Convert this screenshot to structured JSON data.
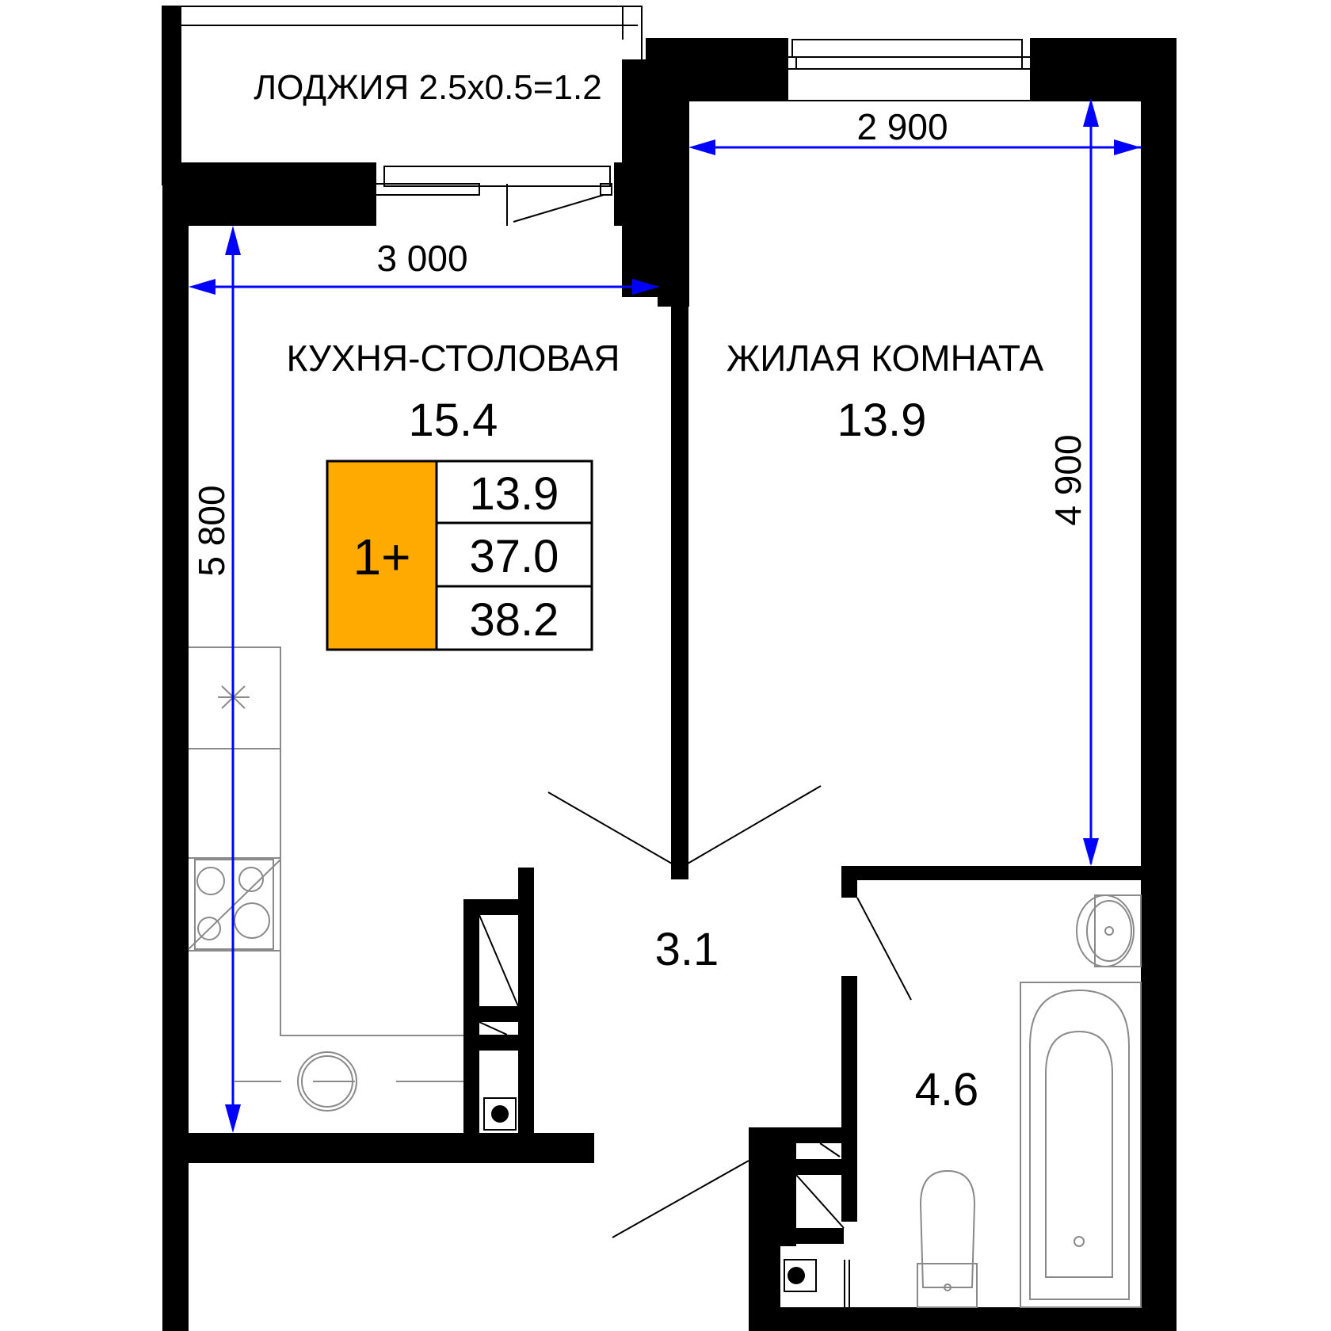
{
  "plan": {
    "type": "apartment floor plan",
    "colors": {
      "wall": "#000000",
      "dimension": "#0000ff",
      "badge": "#ffaa00",
      "fixture": "#8a8a8a"
    },
    "rooms": [
      {
        "id": "loggia",
        "label": "ЛОДЖИЯ 2.5x0.5=1.2"
      },
      {
        "id": "kitchen",
        "label": "КУХНЯ-СТОЛОВАЯ",
        "area": "15.4"
      },
      {
        "id": "living",
        "label": "ЖИЛАЯ КОМНАТА",
        "area": "13.9"
      },
      {
        "id": "hall",
        "area": "3.1"
      },
      {
        "id": "bathroom",
        "area": "4.6"
      }
    ],
    "dimensions": {
      "kitchen_width": "3 000",
      "kitchen_length": "5 800",
      "living_width": "2 900",
      "living_length": "4 900"
    },
    "summary_badge": {
      "type": "1+",
      "living_area": "13.9",
      "total_area": "37.0",
      "total_with_loggia": "38.2"
    }
  }
}
